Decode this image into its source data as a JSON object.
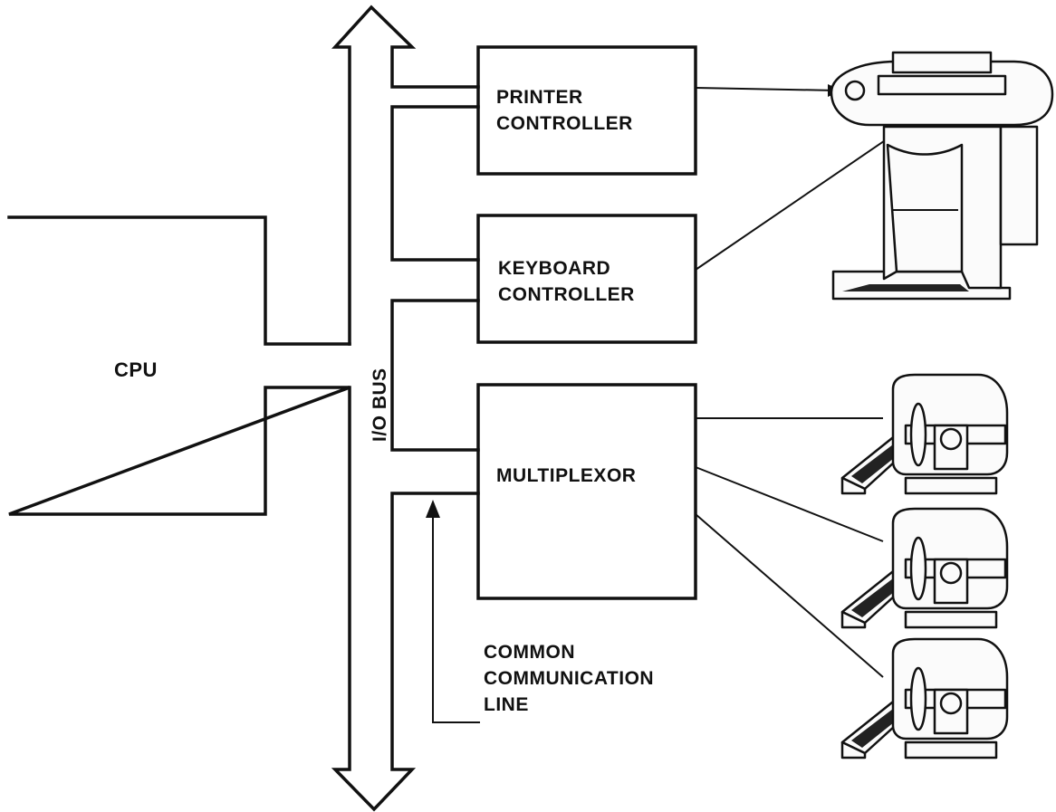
{
  "labels": {
    "cpu": "CPU",
    "io_bus": "I/O BUS",
    "printer_controller": [
      "PRINTER",
      "CONTROLLER"
    ],
    "keyboard_controller": [
      "KEYBOARD",
      "CONTROLLER"
    ],
    "multiplexor": "MULTIPLEXOR",
    "common_communication_line": [
      "COMMON",
      "COMMUNICATION",
      "LINE"
    ]
  },
  "icons": {
    "printer_terminal": "printer-terminal-icon",
    "video_terminals": [
      "video-terminal-icon",
      "video-terminal-icon",
      "video-terminal-icon"
    ]
  },
  "colors": {
    "ink": "#111111",
    "paper": "#ffffff"
  }
}
